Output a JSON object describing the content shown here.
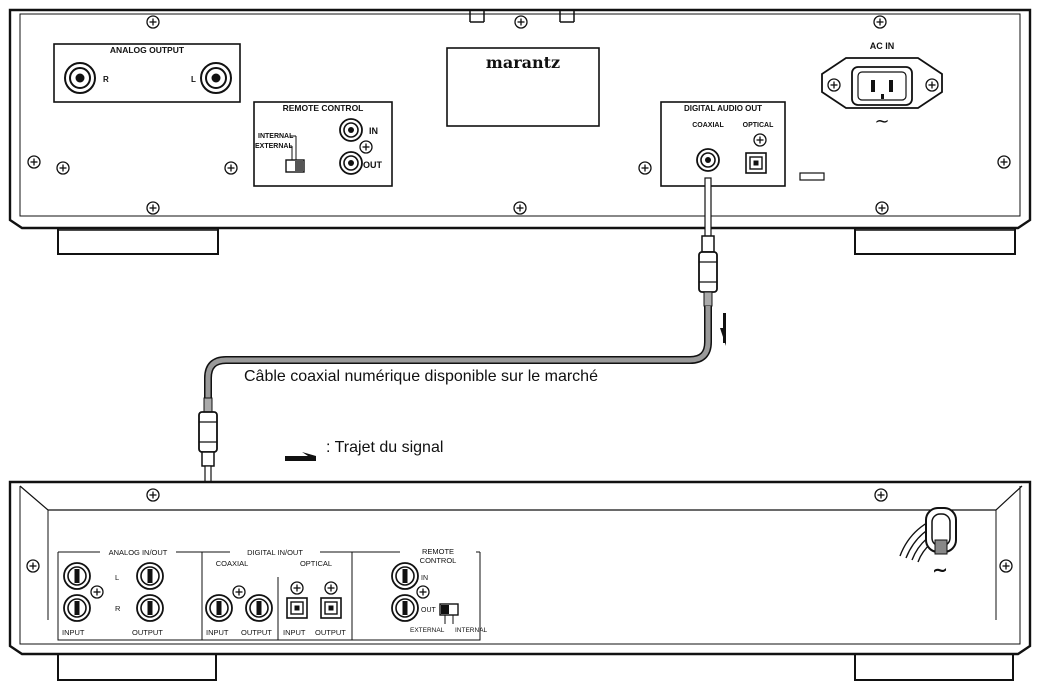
{
  "top_unit": {
    "brand": "marantz",
    "analog_output": {
      "title": "ANALOG OUTPUT",
      "r": "R",
      "l": "L"
    },
    "remote_control": {
      "title": "REMOTE CONTROL",
      "internal": "INTERNAL",
      "external": "EXTERNAL",
      "in": "IN",
      "out": "OUT"
    },
    "digital_audio_out": {
      "title": "DIGITAL AUDIO OUT",
      "coaxial": "COAXIAL",
      "optical": "OPTICAL"
    },
    "ac_in": "AC IN",
    "ac_symbol": "∼"
  },
  "cable_caption": "Câble coaxial numérique disponible sur le marché",
  "signal_legend": ": Trajet du signal",
  "bottom_unit": {
    "analog_inout": {
      "title": "ANALOG IN/OUT",
      "l": "L",
      "r": "R",
      "input": "INPUT",
      "output": "OUTPUT"
    },
    "digital_inout": {
      "title": "DIGITAL IN/OUT",
      "coaxial": "COAXIAL",
      "optical": "OPTICAL",
      "coax_input": "INPUT",
      "coax_output": "OUTPUT",
      "opt_input": "INPUT",
      "opt_output": "OUTPUT"
    },
    "remote_control": {
      "title_line1": "REMOTE",
      "title_line2": "CONTROL",
      "in": "IN",
      "out": "OUT",
      "external": "EXTERNAL",
      "internal": "INTERNAL"
    },
    "ac_symbol": "∼"
  }
}
